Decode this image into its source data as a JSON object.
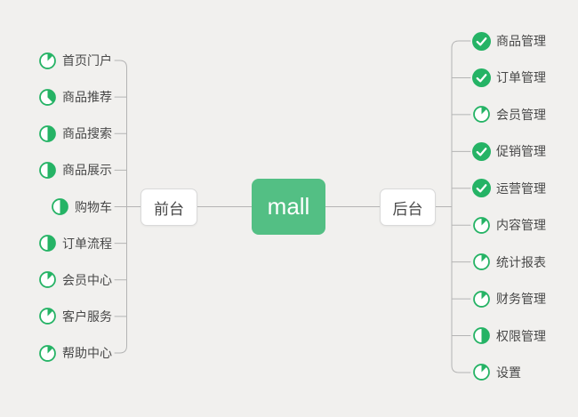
{
  "root": {
    "label": "mall"
  },
  "left_branch": {
    "label": "前台",
    "items": [
      {
        "label": "首页门户",
        "progress": 0.125
      },
      {
        "label": "商品推荐",
        "progress": 0.375
      },
      {
        "label": "商品搜索",
        "progress": 0.5
      },
      {
        "label": "商品展示",
        "progress": 0.5
      },
      {
        "label": "购物车",
        "progress": 0.5
      },
      {
        "label": "订单流程",
        "progress": 0.5
      },
      {
        "label": "会员中心",
        "progress": 0.125
      },
      {
        "label": "客户服务",
        "progress": 0.125
      },
      {
        "label": "帮助中心",
        "progress": 0.125
      }
    ]
  },
  "right_branch": {
    "label": "后台",
    "items": [
      {
        "label": "商品管理",
        "progress": 1
      },
      {
        "label": "订单管理",
        "progress": 1
      },
      {
        "label": "会员管理",
        "progress": 0.125
      },
      {
        "label": "促销管理",
        "progress": 1
      },
      {
        "label": "运营管理",
        "progress": 1
      },
      {
        "label": "内容管理",
        "progress": 0.125
      },
      {
        "label": "统计报表",
        "progress": 0.125
      },
      {
        "label": "财务管理",
        "progress": 0.125
      },
      {
        "label": "权限管理",
        "progress": 0.5
      },
      {
        "label": "设置",
        "progress": 0.125
      }
    ]
  },
  "icons": {
    "pie_progress": "task-progress-pie-icon",
    "done": "task-done-check-icon"
  },
  "colors": {
    "background": "#f1f0ee",
    "connector": "#b4b4b4",
    "icon_green": "#25b365",
    "root_green": "#53bf84",
    "node_border": "#d9d9d9",
    "node_background": "#ffffff",
    "text": "#484848",
    "root_text": "#ffffff"
  }
}
